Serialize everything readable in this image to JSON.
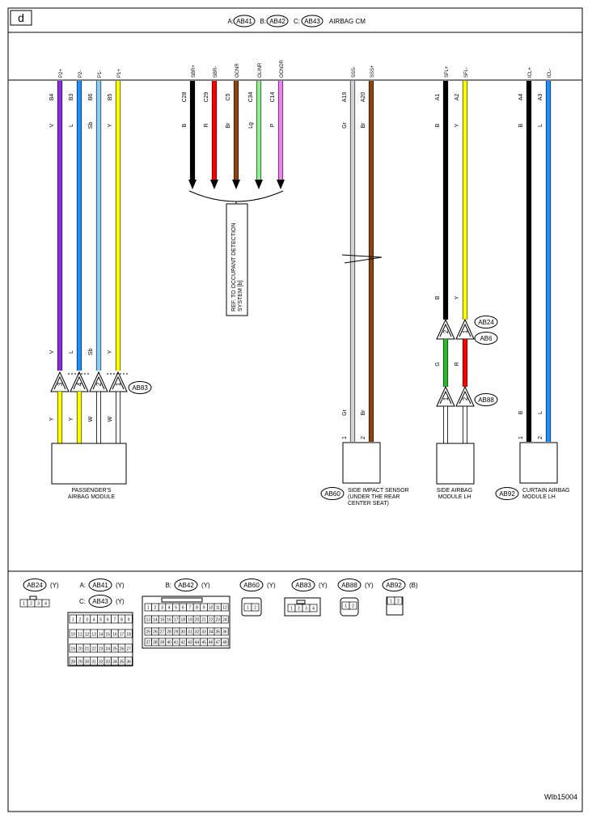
{
  "page_label": "d",
  "header": {
    "prefix_a": "A:",
    "conn_a": "AB41",
    "prefix_b": "B:",
    "conn_b": "AB42",
    "prefix_c": "C:",
    "conn_c": "AB43",
    "title": "AIRBAG CM"
  },
  "colors": {
    "V": "#8a2be2",
    "L": "#1e90ff",
    "Sb": "#87cefa",
    "Y": "#ffff00",
    "B": "#000000",
    "R": "#ff0000",
    "Br": "#8b4513",
    "Lg": "#90ee90",
    "P": "#ee82ee",
    "Gr": "#d3d3d3",
    "G": "#2eb82e",
    "W": "#ffffff"
  },
  "wires": [
    {
      "signal": "P2+",
      "pin": "B4",
      "color": "V"
    },
    {
      "signal": "P2-",
      "pin": "B3",
      "color": "L"
    },
    {
      "signal": "P1-",
      "pin": "B6",
      "color": "Sb"
    },
    {
      "signal": "P1+",
      "pin": "B5",
      "color": "Y"
    },
    {
      "signal": "SBR+",
      "pin": "C28",
      "color": "B"
    },
    {
      "signal": "SBR-",
      "pin": "C29",
      "color": "R"
    },
    {
      "signal": "OCNR",
      "pin": "C5",
      "color": "Br"
    },
    {
      "signal": "OLINR",
      "pin": "C34",
      "color": "Lg"
    },
    {
      "signal": "OCNDR",
      "pin": "C14",
      "color": "P"
    },
    {
      "signal": "SSS-",
      "pin": "A19",
      "color": "Gr"
    },
    {
      "signal": "SSS+",
      "pin": "A20",
      "color": "Br"
    },
    {
      "signal": "SFL+",
      "pin": "A1",
      "color": "B"
    },
    {
      "signal": "SFL-",
      "pin": "A2",
      "color": "Y"
    },
    {
      "signal": "ICL+",
      "pin": "A4",
      "color": "B"
    },
    {
      "signal": "ICL-",
      "pin": "A3",
      "color": "L"
    }
  ],
  "passenger_section": {
    "upper_colors": [
      "V",
      "L",
      "Sb",
      "Y"
    ],
    "pins": [
      "3",
      "4",
      "2",
      "1"
    ],
    "connector": "AB83",
    "lower_colors": [
      "Y",
      "Y",
      "W",
      "W"
    ],
    "module_label": "PASSENGER'S\nAIRBAG MODULE"
  },
  "ref_box": {
    "text": "REF. TO OCCUPANT DETECTION\nSYSTEM [b]"
  },
  "side_impact": {
    "colors": [
      "Gr",
      "Br"
    ],
    "pins": [
      "1",
      "2"
    ],
    "connector": "AB60",
    "module_label": "SIDE IMPACT SENSOR\n(UNDER THE REAR\nCENTER SEAT)"
  },
  "side_airbag": {
    "upper_colors": [
      "B",
      "Y"
    ],
    "upper_pins": [
      "2",
      "1"
    ],
    "connector_upper_1": "AB24",
    "connector_upper_2": "AB6",
    "mid_colors": [
      "G",
      "R"
    ],
    "lower_pins": [
      "1",
      "2"
    ],
    "connector_lower": "AB88",
    "module_label": "SIDE AIRBAG\nMODULE LH"
  },
  "curtain": {
    "colors": [
      "B",
      "L"
    ],
    "pins": [
      "1",
      "2"
    ],
    "connector": "AB92",
    "module_label": "CURTAIN AIRBAG\nMODULE LH"
  },
  "connector_views": [
    {
      "id": "AB24",
      "color": "(Y)",
      "pins": [
        "1",
        "2",
        "3",
        "4"
      ]
    },
    {
      "id": "AB41",
      "prefix": "A:",
      "color": "(Y)"
    },
    {
      "id": "AB43",
      "prefix": "C:",
      "color": "(Y)",
      "pins": [
        "1",
        "2",
        "3",
        "4",
        "5",
        "6",
        "7",
        "8",
        "9",
        "10",
        "11",
        "12",
        "13",
        "14",
        "15",
        "16",
        "17",
        "18",
        "19",
        "20",
        "21",
        "22",
        "23",
        "24",
        "25",
        "26",
        "27",
        "28",
        "29",
        "30",
        "31",
        "32",
        "33",
        "34",
        "35",
        "36"
      ]
    },
    {
      "id": "AB42",
      "prefix": "B:",
      "color": "(Y)",
      "pins": [
        "1",
        "2",
        "3",
        "4",
        "5",
        "6",
        "7",
        "8",
        "9",
        "10",
        "11",
        "12",
        "13",
        "14",
        "15",
        "16",
        "17",
        "18",
        "19",
        "20",
        "21",
        "22",
        "23",
        "24",
        "25",
        "26",
        "27",
        "28",
        "29",
        "30",
        "31",
        "32",
        "33",
        "34",
        "35",
        "36",
        "37",
        "38",
        "39",
        "40",
        "41",
        "42",
        "43",
        "44",
        "45",
        "46",
        "47",
        "48"
      ]
    },
    {
      "id": "AB60",
      "color": "(Y)",
      "pins": [
        "1",
        "2"
      ]
    },
    {
      "id": "AB83",
      "color": "(Y)",
      "pins": [
        "1",
        "2",
        "3",
        "4"
      ]
    },
    {
      "id": "AB88",
      "color": "(Y)",
      "pins": [
        "1",
        "2"
      ]
    },
    {
      "id": "AB92",
      "color": "(B)",
      "pins": [
        "1",
        "2"
      ]
    }
  ],
  "footer_code": "WIb15004"
}
